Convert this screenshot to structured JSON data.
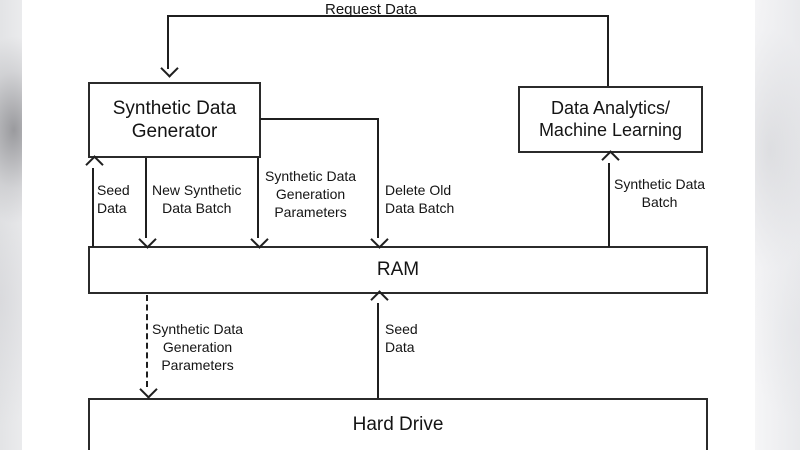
{
  "diagram": {
    "title": "Synthetic data generation system dataflow",
    "nodes": {
      "generator": "Synthetic Data\nGenerator",
      "analytics": "Data Analytics/\nMachine Learning",
      "ram": "RAM",
      "harddrive": "Hard Drive"
    },
    "edge_labels": {
      "request_data": "Request Data",
      "seed_data_top": "Seed\nData",
      "new_synthetic_data_batch": "New Synthetic\nData Batch",
      "synthetic_data_generation_parameters_top": "Synthetic Data\nGeneration\nParameters",
      "delete_old_data_batch": "Delete Old\nData Batch",
      "synthetic_data_batch": "Synthetic Data\nBatch",
      "synthetic_data_generation_parameters_bottom": "Synthetic Data\nGeneration\nParameters",
      "seed_data_bottom": "Seed\nData"
    },
    "colors": {
      "stroke": "#1f1f1f",
      "box_border": "#2b2b2b",
      "text": "#141414",
      "background": "#ffffff"
    }
  }
}
